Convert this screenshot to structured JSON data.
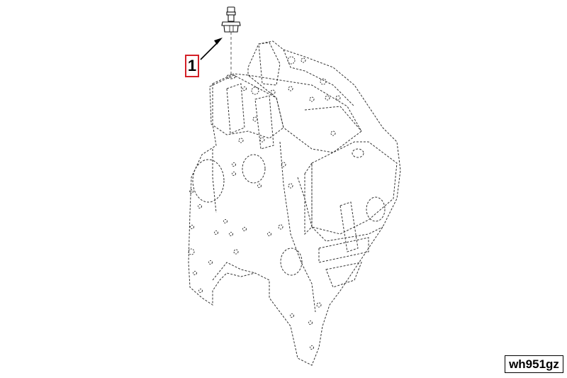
{
  "callout": {
    "label": "1",
    "color": "#d42027"
  },
  "drawing_id": "wh951gz",
  "parts": [
    {
      "callout": "1",
      "icon": "sensor-fitting-icon"
    }
  ]
}
